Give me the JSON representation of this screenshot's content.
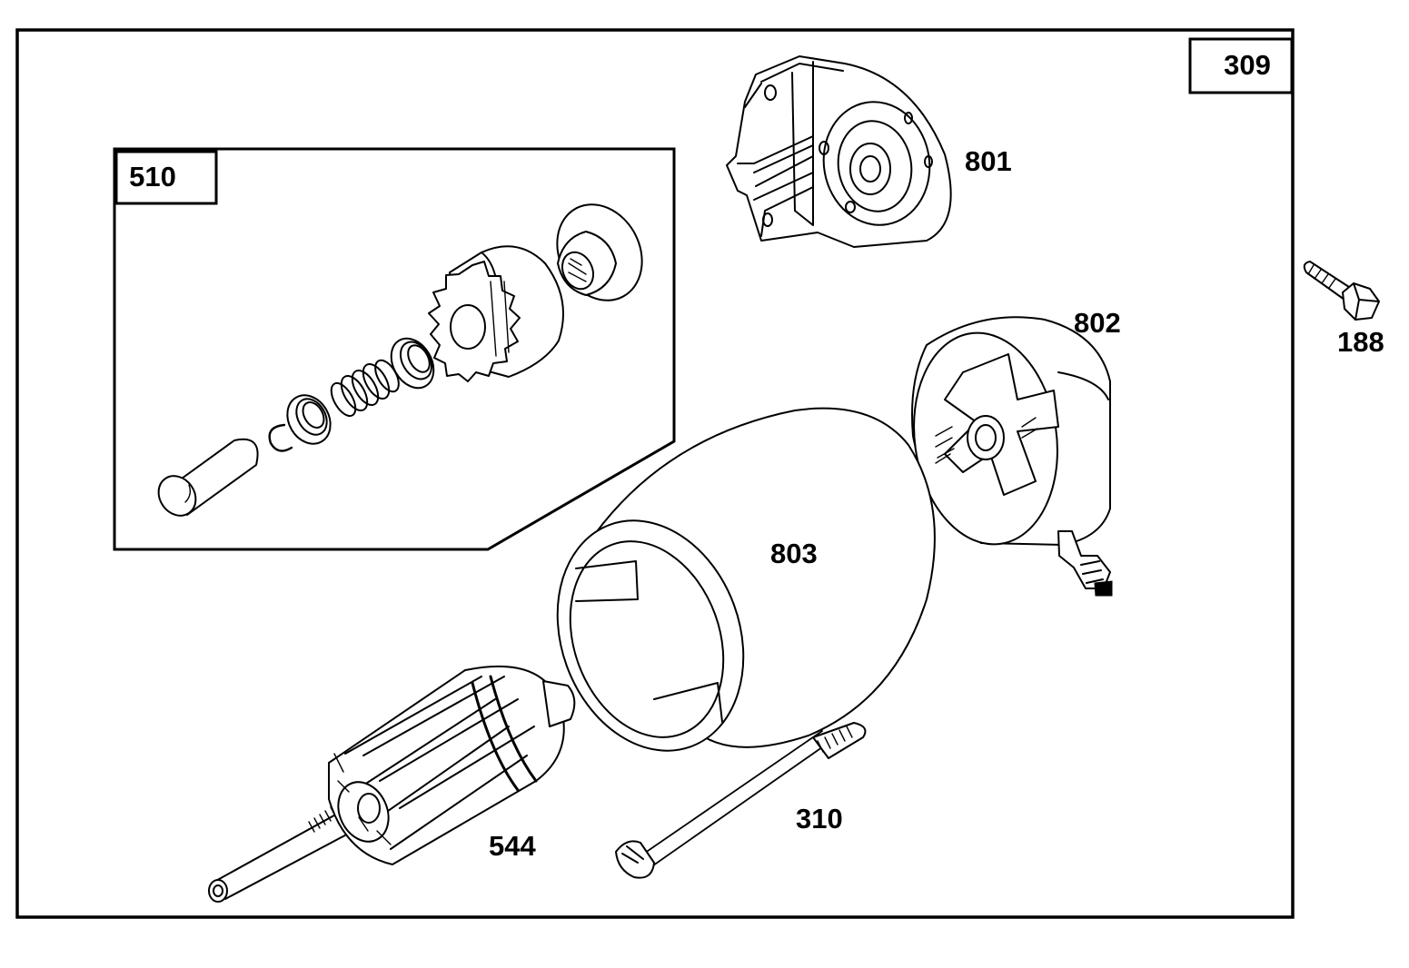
{
  "diagram": {
    "assembly_number": "309",
    "subassembly": {
      "number": "510"
    },
    "callouts": {
      "end_cap": "801",
      "brush_end_housing": "802",
      "housing": "803",
      "screw": "188",
      "thru_bolt": "310",
      "armature": "544"
    }
  }
}
